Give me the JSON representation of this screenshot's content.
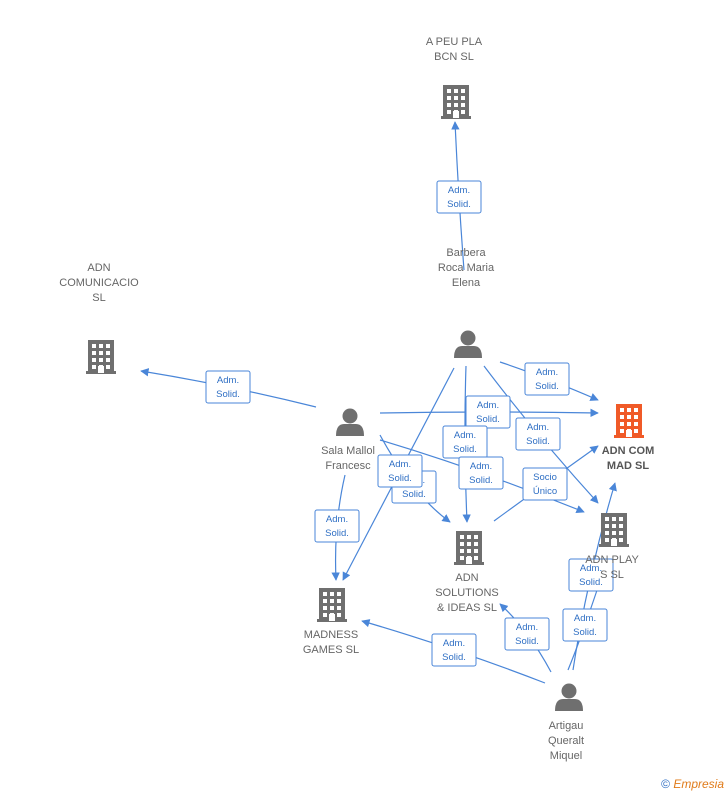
{
  "nodes": {
    "apeu": {
      "type": "company",
      "label": [
        "A PEU PLA",
        "BCN  SL"
      ]
    },
    "adncomunicacio": {
      "type": "company",
      "label": [
        "ADN",
        "COMUNICACIO",
        "SL"
      ]
    },
    "adncom": {
      "type": "company",
      "label": [
        "ADN COM",
        "MAD  SL"
      ],
      "highlight": true
    },
    "adnplay": {
      "type": "company",
      "label": [
        "ADN PLAY",
        "S  SL"
      ]
    },
    "adnsolutions": {
      "type": "company",
      "label": [
        "ADN",
        "SOLUTIONS",
        "& IDEAS  SL"
      ]
    },
    "madness": {
      "type": "company",
      "label": [
        "MADNESS",
        "GAMES  SL"
      ]
    },
    "barbera": {
      "type": "person",
      "label": [
        "Barbera",
        "Roca Maria",
        "Elena"
      ]
    },
    "sala": {
      "type": "person",
      "label": [
        "Sala Mallol",
        "Francesc"
      ]
    },
    "artigau": {
      "type": "person",
      "label": [
        "Artigau",
        "Queralt",
        "Miquel"
      ]
    }
  },
  "edges": [
    {
      "from": "barbera",
      "to": "apeu",
      "label": [
        "Adm.",
        "Solid."
      ]
    },
    {
      "from": "sala",
      "to": "adncomunicacio",
      "label": [
        "Adm.",
        "Solid."
      ]
    },
    {
      "from": "barbera",
      "to": "adncom",
      "label": [
        "Adm.",
        "Solid."
      ]
    },
    {
      "from": "sala",
      "to": "adncom",
      "label": [
        "Adm.",
        "Solid."
      ]
    },
    {
      "from": "barbera",
      "to": "adnplay",
      "label": [
        "Adm.",
        "Solid."
      ]
    },
    {
      "from": "barbera",
      "to": "adnsolutions",
      "label": [
        "Adm.",
        "Solid."
      ]
    },
    {
      "from": "sala",
      "to": "adnsolutions",
      "label": [
        "Adm.",
        "Solid."
      ]
    },
    {
      "from": "sala",
      "to": "adnplay",
      "label": [
        "Adm.",
        "Solid."
      ]
    },
    {
      "from": "barbera",
      "to": "madness",
      "label": [
        "Adm.",
        "Solid."
      ]
    },
    {
      "from": "sala",
      "to": "madness",
      "label": [
        "Adm.",
        "Solid."
      ]
    },
    {
      "from": "adnsolutions",
      "to": "adncom",
      "label": [
        "Socio",
        "Único"
      ]
    },
    {
      "from": "artigau",
      "to": "adncom",
      "label": [
        "Adm.",
        "Solid."
      ]
    },
    {
      "from": "artigau",
      "to": "adnplay",
      "label": [
        "Adm.",
        "Solid."
      ]
    },
    {
      "from": "artigau",
      "to": "adnsolutions",
      "label": [
        "Adm.",
        "Solid."
      ]
    },
    {
      "from": "artigau",
      "to": "madness",
      "label": [
        "Adm.",
        "Solid."
      ]
    }
  ],
  "footer": {
    "copyright": "©",
    "brand": "Empresia"
  },
  "colors": {
    "edge": "#4a86d8",
    "company": "#6f6f6f",
    "highlight": "#f05a28",
    "person": "#6f6f6f"
  }
}
